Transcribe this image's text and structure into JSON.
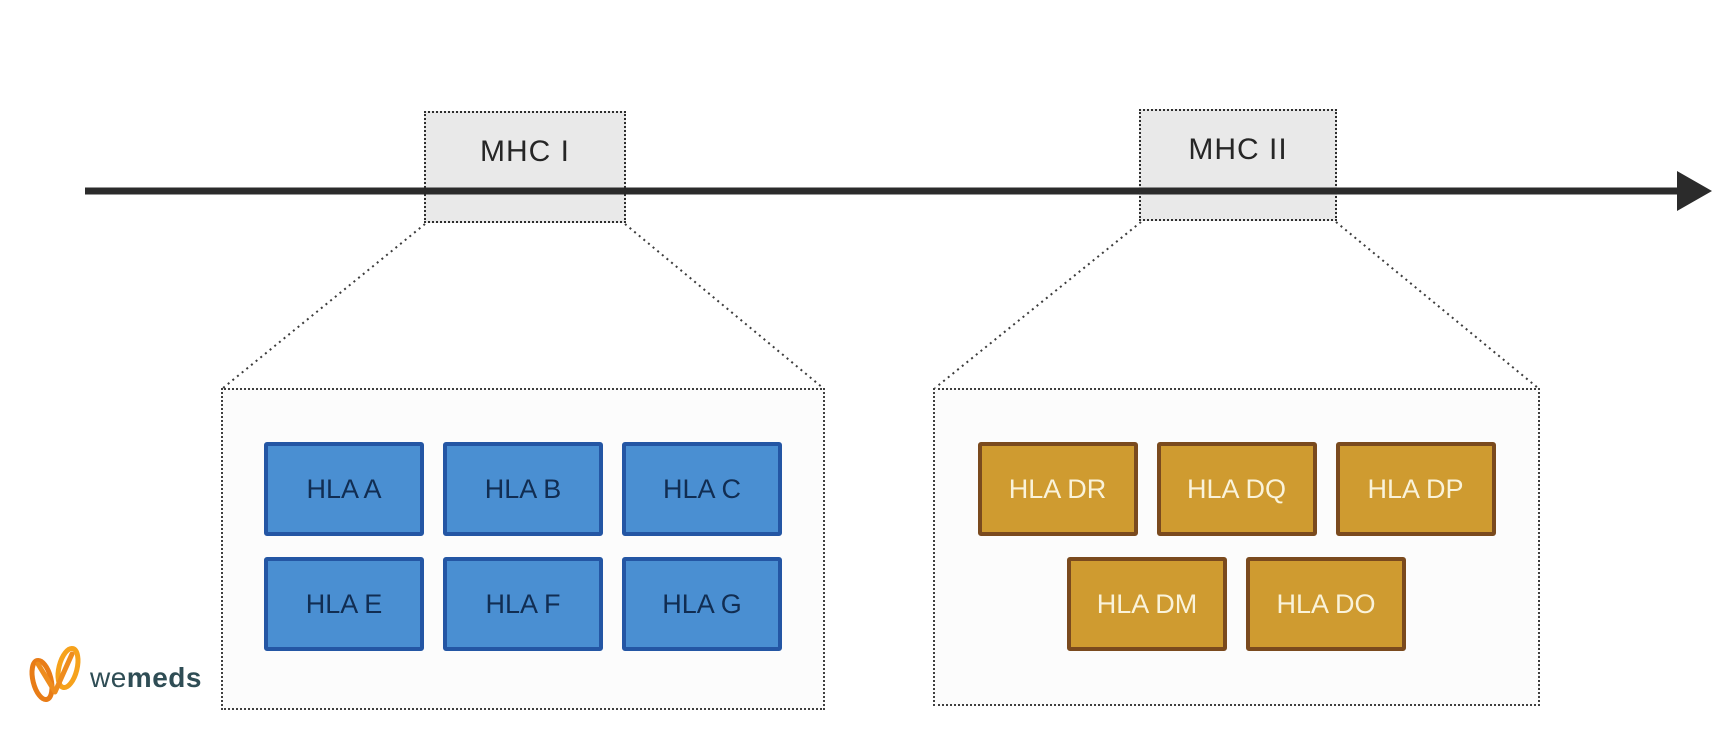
{
  "diagram": {
    "mhc1": {
      "label": "MHC I",
      "genes": {
        "row1": [
          "HLA A",
          "HLA B",
          "HLA C"
        ],
        "row2": [
          "HLA E",
          "HLA F",
          "HLA G"
        ]
      }
    },
    "mhc2": {
      "label": "MHC II",
      "genes": {
        "row1": [
          "HLA DR",
          "HLA DQ",
          "HLA DP"
        ],
        "row2": [
          "HLA DM",
          "HLA DO"
        ]
      }
    }
  },
  "branding": {
    "logo_light": "we",
    "logo_bold": "meds"
  },
  "colors": {
    "class1-fill": "#4a8fd2",
    "class1-border": "#2456a4",
    "class1-text": "#112d52",
    "class2-fill": "#cf9b30",
    "class2-border": "#7a4a1e",
    "class2-text": "#faf3da",
    "mhc-box-fill": "#e9e9e9",
    "line-color": "#2b2b2b",
    "logo-orange": "#ee8c1e",
    "logo-text": "#2f4d55"
  }
}
